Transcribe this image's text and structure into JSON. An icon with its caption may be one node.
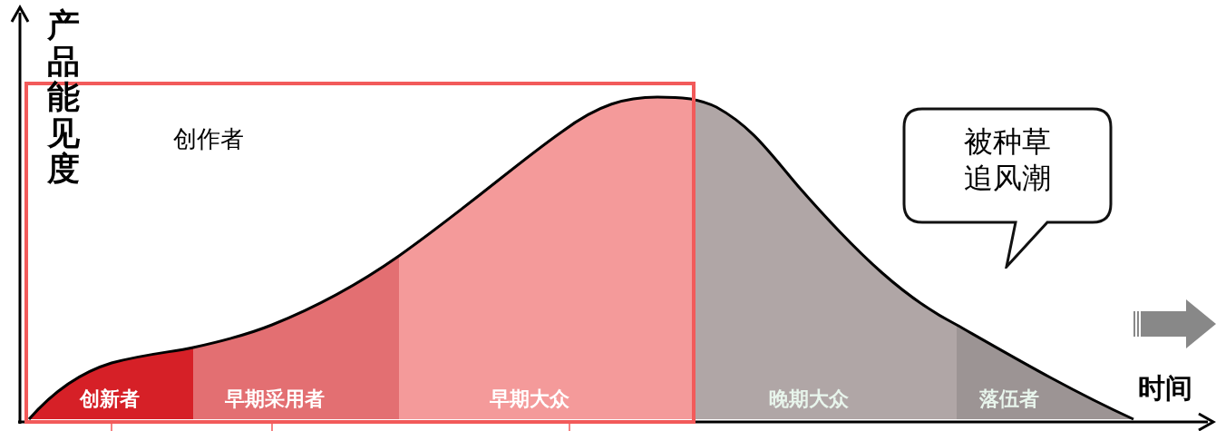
{
  "diagram": {
    "nodes": [
      {
        "text": [
          "创作者"
        ]
      },
      {
        "text": [
          "被种草",
          "追风潮"
        ]
      }
    ],
    "labels": [
      "产品能见度",
      "创新者",
      "早期采用者",
      "早期大众",
      "晚期大众",
      "落伍者",
      "时间"
    ]
  }
}
